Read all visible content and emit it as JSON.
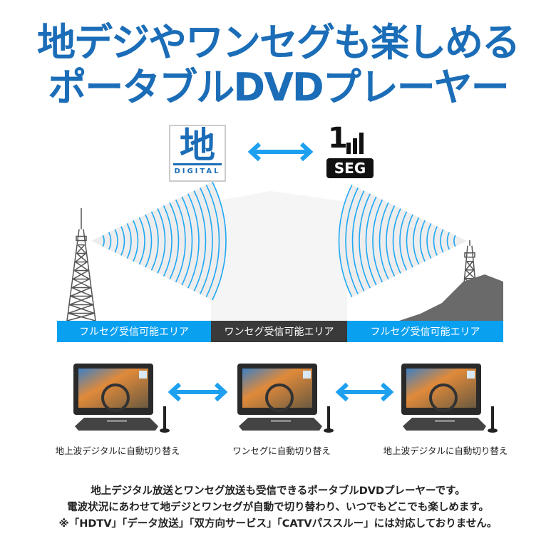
{
  "headline": {
    "line1": "地デジやワンセグも楽しめる",
    "line2": "ポータブルDVDプレーヤー"
  },
  "logos": {
    "digital_text": "DIGITAL",
    "digital_kanji": "地",
    "oneseg_number": "1",
    "oneseg_text": "SEG"
  },
  "coverage": {
    "left": "フルセグ受信可能エリア",
    "middle": "ワンセグ受信可能エリア",
    "right": "フルセグ受信可能エリア"
  },
  "tv_labels": [
    "地上波デジタルに自動切り替え",
    "ワンセグに自動切り替え",
    "地上波デジタルに自動切り替え"
  ],
  "description": [
    "地上デジタル放送とワンセグ放送も受信できるポータブルDVDプレーヤーです。",
    "電波状況にあわせて地デジとワンセグが自動で切り替わり、いつでもどこでも楽しめます。",
    "※「HDTV」「データ放送」「双方向サービス」「CATVパススルー」には対応しておりません。"
  ],
  "colors": {
    "headline": "#1b6db7",
    "band_blue": "#0aa0f0",
    "band_dark": "#3a3a3a",
    "arrow": "#1ea0f0",
    "wave": "#1ea8f5"
  }
}
